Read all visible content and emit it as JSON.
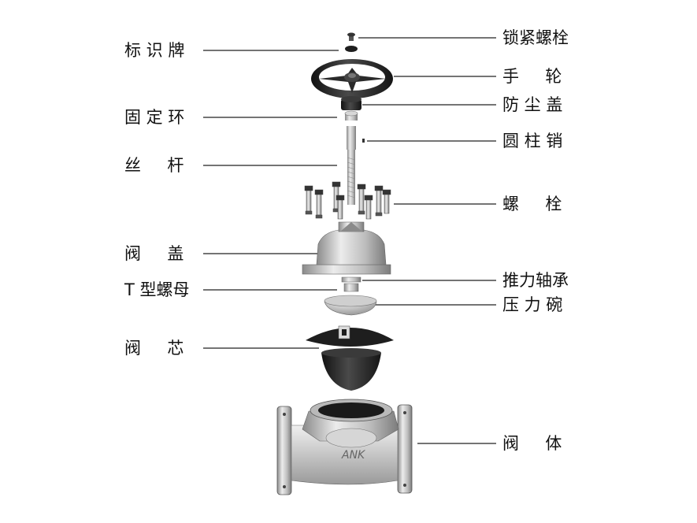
{
  "labels_left": [
    {
      "id": "nameplate",
      "text": "标 识 牌"
    },
    {
      "id": "fixing-ring",
      "text": "固 定 环"
    },
    {
      "id": "stem",
      "text": "丝     杆"
    },
    {
      "id": "bonnet",
      "text": "阀     盖"
    },
    {
      "id": "t-nut",
      "text": "T 型螺母"
    },
    {
      "id": "disc",
      "text": "阀     芯"
    }
  ],
  "labels_right": [
    {
      "id": "locking-bolt",
      "text": "锁紧螺栓"
    },
    {
      "id": "handwheel",
      "text": "手     轮"
    },
    {
      "id": "dust-cap",
      "text": "防 尘 盖"
    },
    {
      "id": "cylindrical-pin",
      "text": "圆 柱 销"
    },
    {
      "id": "bolts",
      "text": "螺     栓"
    },
    {
      "id": "thrust-bearing",
      "text": "推力轴承"
    },
    {
      "id": "pressure-bowl",
      "text": "压 力 碗"
    },
    {
      "id": "valve-body",
      "text": "阀     体"
    }
  ],
  "colors": {
    "metal_light": "#e4e4e4",
    "metal_mid": "#b8b8b8",
    "metal_dark": "#7a7a7a",
    "rubber": "#2b2b2b",
    "leader": "#222222"
  }
}
